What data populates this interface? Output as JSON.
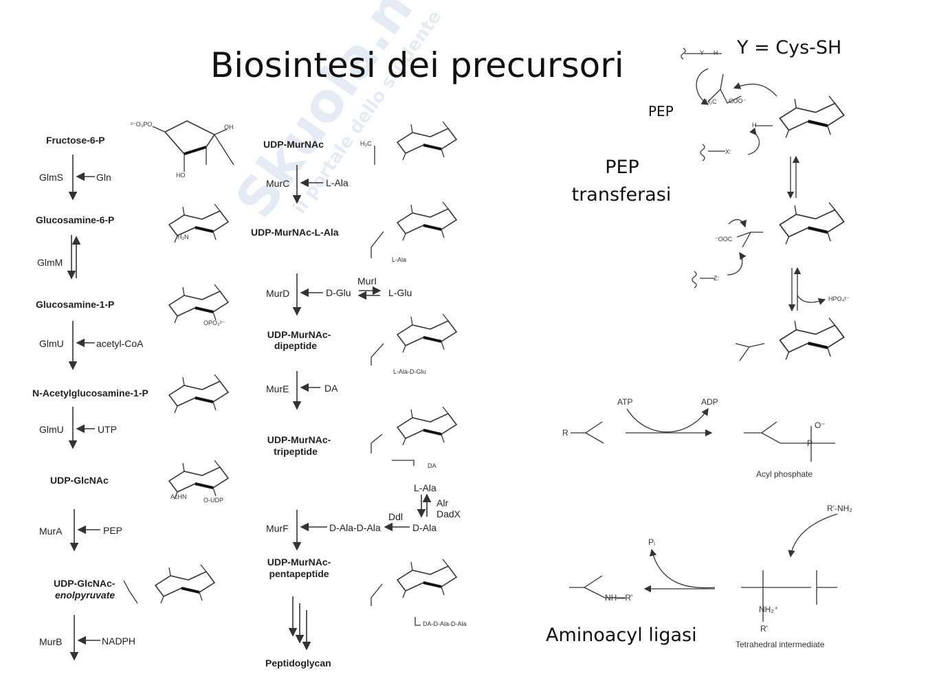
{
  "title": "Biosintesi dei precursori",
  "watermark": {
    "main": "Skuola.net",
    "sub": "il portale dello studente"
  },
  "right_labels": {
    "y_def": "Y = Cys-SH",
    "pep": "PEP",
    "pep_transferase_1": "PEP",
    "pep_transferase_2": "transferasi",
    "aminoacyl": "Aminoacyl ligasi"
  },
  "left_column": {
    "metabolites": [
      "Fructose-6-P",
      "Glucosamine-6-P",
      "Glucosamine-1-P",
      "N-Acetylglucosamine-1-P",
      "UDP-GlcNAc",
      "UDP-GlcNAc-",
      "enolpyruvate"
    ],
    "enzymes": [
      "GlmS",
      "GlmM",
      "GlmU",
      "GlmU",
      "MurA",
      "MurB"
    ],
    "cosubstrates": [
      "Gln",
      "acetyl-CoA",
      "UTP",
      "PEP",
      "NADPH"
    ]
  },
  "middle_column": {
    "metabolites": [
      "UDP-MurNAc",
      "UDP-MurNAc-L-Ala",
      "UDP-MurNAc-",
      "dipeptide",
      "UDP-MurNAc-",
      "tripeptide",
      "UDP-MurNAc-",
      "pentapeptide",
      "Peptidoglycan"
    ],
    "enzymes": [
      "MurC",
      "MurD",
      "MurE",
      "MurF"
    ],
    "cosubstrates": [
      "L-Ala",
      "D-Glu",
      "L-Glu",
      "MurI",
      "DA",
      "D-Ala-D-Ala",
      "D-Ala",
      "L-Ala",
      "Ddl",
      "Alr",
      "DadX"
    ]
  },
  "structure_labels": {
    "oh": "OH",
    "ho": "HO",
    "achn": "AcHN",
    "h2n": "H₂N",
    "oudp": "O-UDP",
    "opo3": "OPO₃²⁻",
    "o3po": "²⁻O₃PO",
    "h3c": "H₃C",
    "l_ala": "L-Ala",
    "l_ala_d_glu": "L-Ala-D-Glu",
    "da": "DA",
    "pentapep_chain": "DA-D-Ala-D-Ala",
    "hpo4": "HPO₄²⁻",
    "y_h": "Y — H",
    "x": "X:",
    "z": "Z:",
    "h": "H",
    "coo": "COO⁻",
    "h2c": "H₂C",
    "ooc": "⁻OOC"
  },
  "ligase": {
    "atp": "ATP",
    "adp": "ADP",
    "acyl_phosphate": "Acyl phosphate",
    "r_nh2": "R'-NH₂",
    "pi": "Pᵢ",
    "tetrahedral": "Tetrahedral intermediate",
    "r": "R",
    "nh_r": "NH—R'",
    "nh2": "NH₂⁺",
    "r_prime": "R'",
    "o_minus": "O⁻",
    "p": "P"
  },
  "colors": {
    "text": "#111111",
    "arrow": "#333333",
    "watermark": "#9fb8d8"
  }
}
